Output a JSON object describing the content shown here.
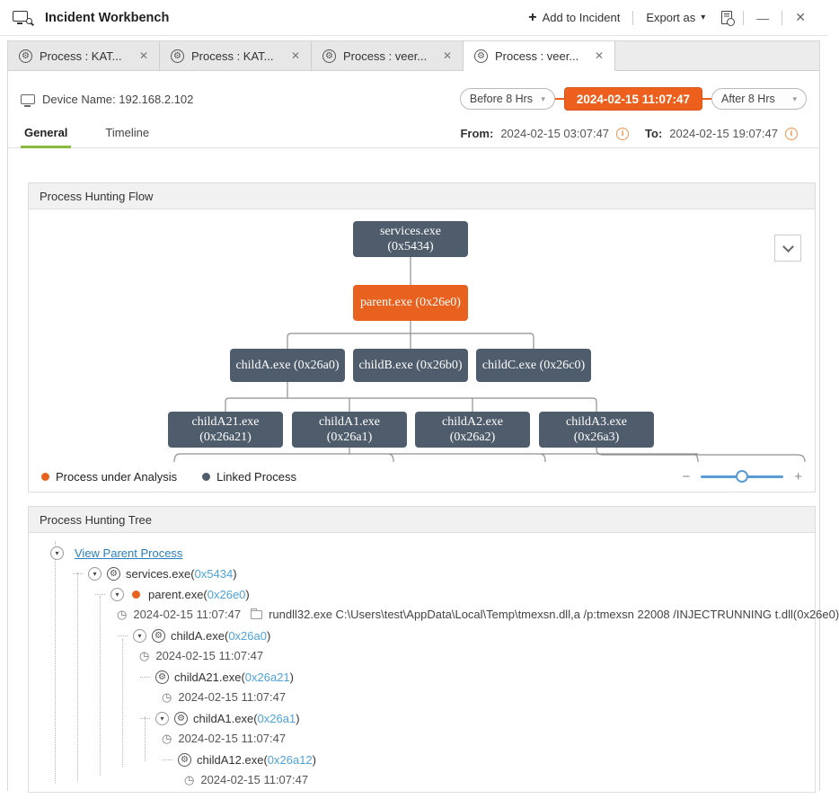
{
  "window": {
    "title": "Incident Workbench",
    "add_to_incident": "Add to Incident",
    "export_as": "Export as",
    "minimize": "—",
    "close": "✕"
  },
  "icons": {
    "plus": "+",
    "caret_down": "▾",
    "gear": "⚙",
    "clock": "◷",
    "info": "i",
    "tab_close": "✕",
    "slider_minus": "−",
    "slider_plus": "+"
  },
  "tabs": [
    {
      "label": "Process : KAT...",
      "active": false
    },
    {
      "label": "Process : KAT...",
      "active": false
    },
    {
      "label": "Process : veer...",
      "active": false
    },
    {
      "label": "Process : veer...",
      "active": true
    }
  ],
  "device": {
    "label": "Device Name: 192.168.2.102"
  },
  "time_controls": {
    "before": "Before 8 Hrs",
    "current": "2024-02-15 11:07:47",
    "after": "After 8 Hrs"
  },
  "view_tabs": {
    "general": "General",
    "timeline": "Timeline"
  },
  "range": {
    "from_label": "From:",
    "from_value": "2024-02-15 03:07:47",
    "to_label": "To:",
    "to_value": "2024-02-15 19:07:47"
  },
  "flow": {
    "title": "Process Hunting Flow",
    "nodes": [
      {
        "label": "services.exe (0x5434)",
        "type": "linked"
      },
      {
        "label": "parent.exe (0x26e0)",
        "type": "analysis"
      },
      {
        "label": "childA.exe (0x26a0)",
        "type": "linked"
      },
      {
        "label": "childB.exe (0x26b0)",
        "type": "linked"
      },
      {
        "label": "childC.exe (0x26c0)",
        "type": "linked"
      },
      {
        "label": "childA21.exe (0x26a21)",
        "type": "linked"
      },
      {
        "label": "childA1.exe (0x26a1)",
        "type": "linked"
      },
      {
        "label": "childA2.exe (0x26a2)",
        "type": "linked"
      },
      {
        "label": "childA3.exe (0x26a3)",
        "type": "linked"
      }
    ],
    "legend": [
      {
        "label": "Process under Analysis",
        "color": "#e8611f"
      },
      {
        "label": "Linked Process",
        "color": "#4e5c6c"
      }
    ]
  },
  "tree": {
    "title": "Process Hunting Tree",
    "items": [
      {
        "kind": "link",
        "label": "View Parent Process",
        "toggle": true,
        "level": 0
      },
      {
        "kind": "process",
        "name": "services.exe",
        "pid": "0x5434",
        "icon": "process",
        "toggle": true,
        "level": 1
      },
      {
        "kind": "process",
        "name": "parent.exe",
        "pid": "0x26e0",
        "icon": "analysis",
        "toggle": true,
        "level": 2,
        "details": [
          {
            "time": "2024-02-15 11:07:47",
            "command": "rundll32.exe C:\\Users\\test\\AppData\\Local\\Temp\\tmexsn.dll,a /p:tmexsn 22008 /INJECTRUNNING t.dll(0x26e0)"
          }
        ]
      },
      {
        "kind": "process",
        "name": "childA.exe",
        "pid": "0x26a0",
        "icon": "process",
        "toggle": true,
        "level": 3,
        "details": [
          {
            "time": "2024-02-15 11:07:47"
          }
        ]
      },
      {
        "kind": "process",
        "name": "childA21.exe",
        "pid": "0x26a21",
        "icon": "process",
        "toggle": false,
        "level": 4,
        "details": [
          {
            "time": "2024-02-15 11:07:47"
          }
        ]
      },
      {
        "kind": "process",
        "name": "childA1.exe",
        "pid": "0x26a1",
        "icon": "process",
        "toggle": true,
        "level": 4,
        "details": [
          {
            "time": "2024-02-15 11:07:47"
          }
        ]
      },
      {
        "kind": "process",
        "name": "childA12.exe",
        "pid": "0x26a12",
        "icon": "process",
        "toggle": false,
        "level": 5,
        "details": [
          {
            "time": "2024-02-15 11:07:47"
          }
        ]
      }
    ]
  }
}
